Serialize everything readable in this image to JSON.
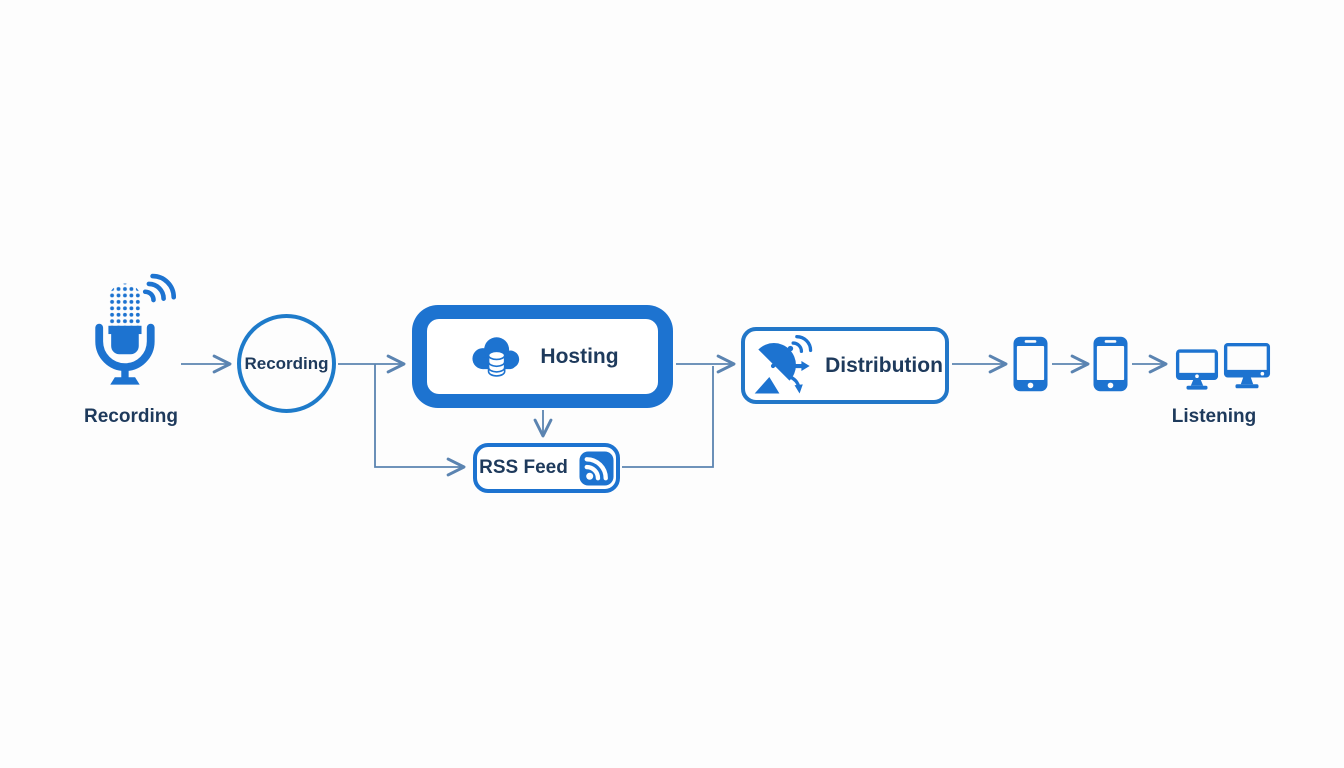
{
  "diagram": {
    "type": "flowchart",
    "colors": {
      "icon_blue": "#1d73d0",
      "box_border_blue": "#1e7bca",
      "text_navy": "#1e3a5c",
      "connector_blue": "#5b84b1",
      "background": "#fdfdfd"
    },
    "nodes": {
      "recording_source": {
        "label": "Recording",
        "icon": "microphone-icon"
      },
      "recording_step": {
        "label": "Recording",
        "shape": "circle"
      },
      "hosting": {
        "label": "Hosting",
        "icon": "cloud-server-icon",
        "shape": "double-rounded-rect"
      },
      "rss_feed": {
        "label": "RSS Feed",
        "icon": "rss-icon",
        "shape": "rounded-rect"
      },
      "distribution": {
        "label": "Distribution",
        "icon": "satellite-dish-icon",
        "shape": "rounded-rect"
      },
      "device_phone_1": {
        "icon": "smartphone-icon"
      },
      "device_phone_2": {
        "icon": "smartphone-icon"
      },
      "listening": {
        "label": "Listening",
        "icons": [
          "monitor-icon",
          "monitor-icon"
        ]
      }
    },
    "connections": [
      {
        "from": "recording_source",
        "to": "recording_step"
      },
      {
        "from": "recording_step",
        "to": "hosting"
      },
      {
        "from": "recording_step",
        "to": "rss_feed"
      },
      {
        "from": "hosting",
        "to": "rss_feed"
      },
      {
        "from": "hosting",
        "to": "distribution"
      },
      {
        "from": "rss_feed",
        "to": "distribution"
      },
      {
        "from": "distribution",
        "to": "device_phone_1"
      },
      {
        "from": "device_phone_1",
        "to": "device_phone_2"
      },
      {
        "from": "device_phone_2",
        "to": "listening"
      }
    ]
  }
}
